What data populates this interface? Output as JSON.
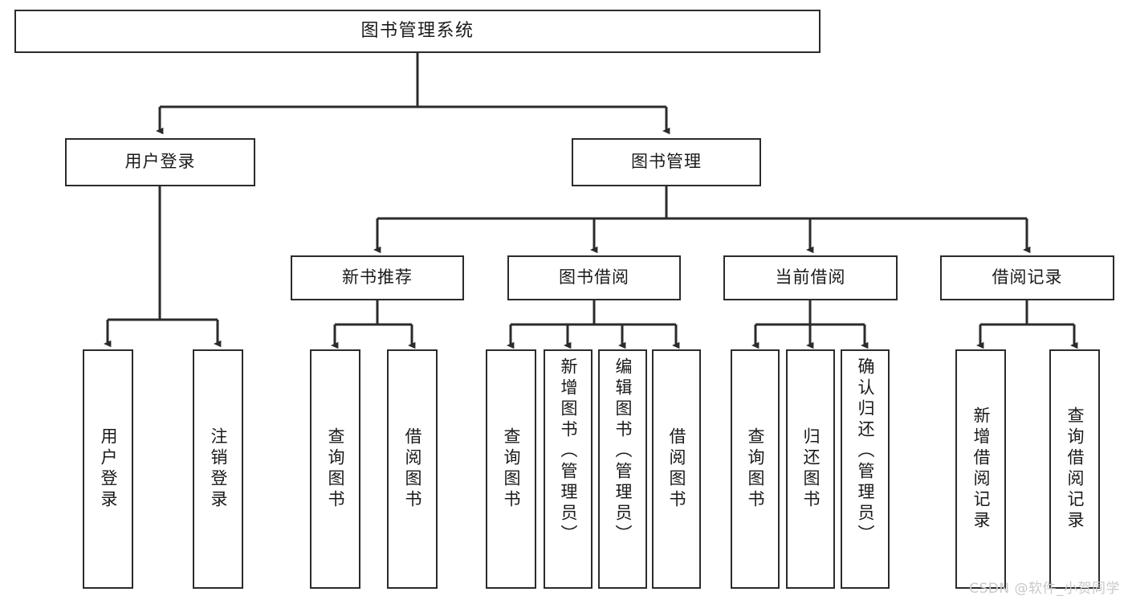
{
  "diagram": {
    "title": "图书管理系统",
    "type": "tree",
    "stroke_color": "#2b2b2b",
    "fill_color": "#ffffff",
    "text_color": "#1a1a1a"
  },
  "nodes": {
    "root": {
      "label": "图书管理系统"
    },
    "level2": [
      {
        "label": "用户登录"
      },
      {
        "label": "图书管理"
      }
    ],
    "level3": [
      {
        "label": "新书推荐"
      },
      {
        "label": "图书借阅"
      },
      {
        "label": "当前借阅"
      },
      {
        "label": "借阅记录"
      }
    ],
    "leaves": {
      "user_login": [
        {
          "label": "用户登录"
        },
        {
          "label": "注销登录"
        }
      ],
      "new_book": [
        {
          "label": "查询图书"
        },
        {
          "label": "借阅图书"
        }
      ],
      "book_borrow": [
        {
          "label": "查询图书"
        },
        {
          "label": "新增图书（管理员）"
        },
        {
          "label": "编辑图书（管理员）"
        },
        {
          "label": "借阅图书"
        }
      ],
      "current_borrow": [
        {
          "label": "查询图书"
        },
        {
          "label": "归还图书"
        },
        {
          "label": "确认归还（管理员）"
        }
      ],
      "borrow_record": [
        {
          "label": "新增借阅记录"
        },
        {
          "label": "查询借阅记录"
        }
      ]
    }
  },
  "watermark": {
    "text": "CSDN @软件_小贺同学"
  }
}
